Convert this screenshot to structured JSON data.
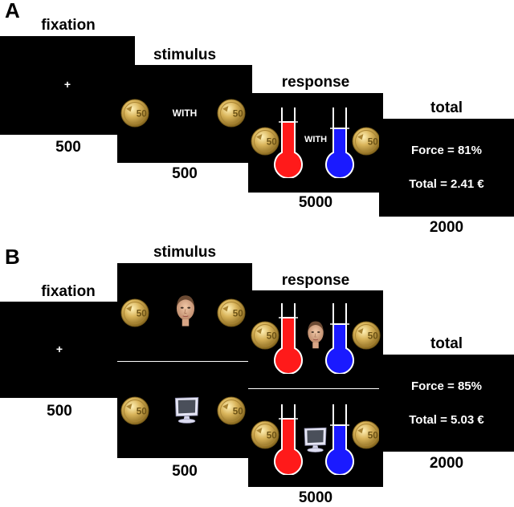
{
  "panel_a": {
    "letter": "A",
    "fixation": {
      "label": "fixation",
      "symbol": "+",
      "duration": "500"
    },
    "stimulus": {
      "label": "stimulus",
      "word": "WITH",
      "duration": "500"
    },
    "response": {
      "label": "response",
      "word": "WITH",
      "duration": "5000"
    },
    "total": {
      "label": "total",
      "force": "Force = 81%",
      "total": "Total = 2.41 €",
      "duration": "2000"
    }
  },
  "panel_b": {
    "letter": "B",
    "fixation": {
      "label": "fixation",
      "symbol": "+",
      "duration": "500"
    },
    "stimulus": {
      "label": "stimulus",
      "duration": "500"
    },
    "response": {
      "label": "response",
      "duration": "5000"
    },
    "total": {
      "label": "total",
      "force": "Force = 85%",
      "total": "Total = 5.03 €",
      "duration": "2000"
    }
  },
  "colors": {
    "screen": "#000000",
    "thermo_red": "#ff1a1a",
    "thermo_blue": "#1a1aff",
    "coin": "#c8a24a"
  },
  "icons": [
    "euro-coin-50-cent",
    "thermometer-red",
    "thermometer-blue",
    "face-photo",
    "computer-monitor"
  ]
}
